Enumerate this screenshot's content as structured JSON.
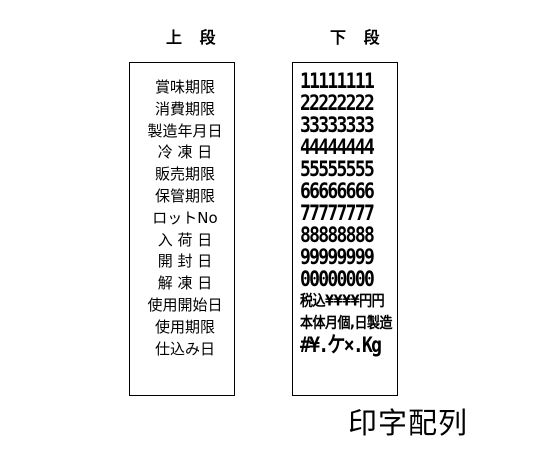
{
  "titles": {
    "upper": "上 段",
    "lower": "下 段"
  },
  "upper_rows": [
    "賞味期限",
    "消費期限",
    "製造年月日",
    "冷 凍 日",
    "販売期限",
    "保管期限",
    "ロットNo",
    "入 荷 日",
    "開 封 日",
    "解 凍 日",
    "使用開始日",
    "使用期限",
    "仕込み日"
  ],
  "lower_rows": [
    "11111111",
    "22222222",
    "33333333",
    "44444444",
    "55555555",
    "66666666",
    "77777777",
    "88888888",
    "99999999",
    "00000000",
    "税込¥¥¥¥円円",
    "本体月個,日製造",
    "#¥.ケ×.Kg"
  ],
  "caption": "印字配列"
}
